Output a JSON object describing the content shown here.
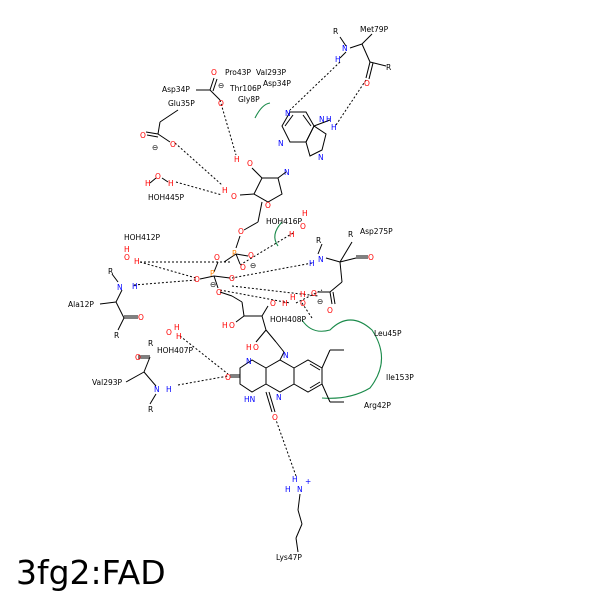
{
  "title": "3fg2:FAD",
  "colors": {
    "oxygen": "#ff0000",
    "nitrogen": "#0000ff",
    "phosphorus": "#ff8000",
    "hydrophobic": "#1a8a4a",
    "bond": "#000000"
  },
  "residues": {
    "met79": "Met79P",
    "asp34a": "Asp34P",
    "glu35": "Glu35P",
    "hoh445": "HOH445P",
    "hoh416": "HOH416P",
    "hoh412": "HOH412P",
    "asp275": "Asp275P",
    "ala12": "Ala12P",
    "hoh408": "HOH408P",
    "hoh407": "HOH407P",
    "val293": "Val293P",
    "lys47": "Lys47P"
  },
  "hydrophobic": {
    "pro43": "Pro43P",
    "val293": "Val293P",
    "asp34": "Asp34P",
    "thr106": "Thr106P",
    "gly8": "Gly8P",
    "leu45": "Leu45P",
    "ile153": "Ile153P",
    "arg42": "Arg42P"
  },
  "atoms": {
    "R": "R",
    "N": "N",
    "H": "H",
    "O": "O",
    "P": "P",
    "HN": "HN",
    "minus": "⊖",
    "plus": "+"
  }
}
